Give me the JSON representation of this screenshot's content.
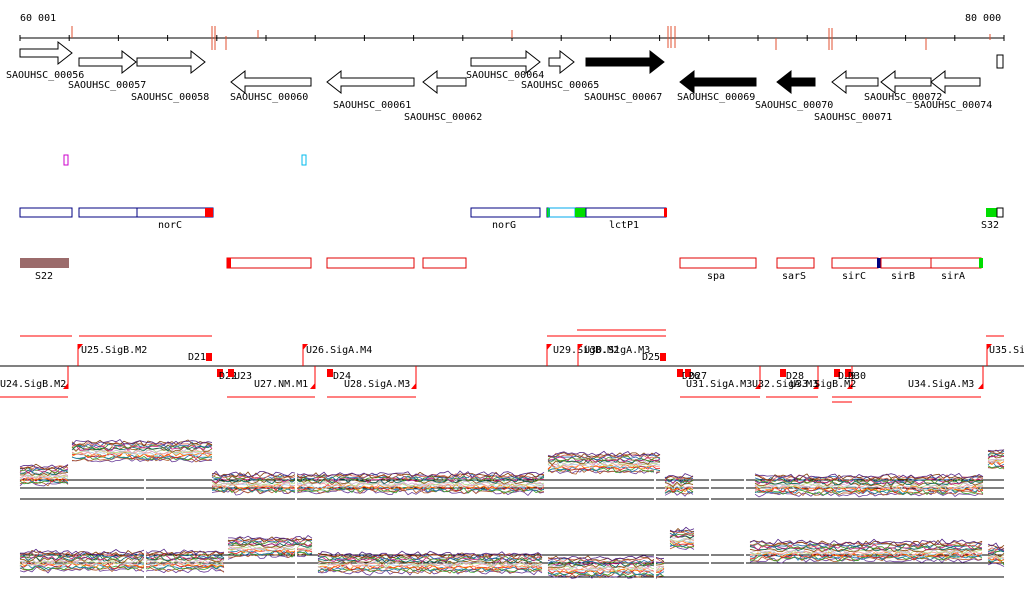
{
  "coords": {
    "start": "60 001",
    "end": "80 000"
  },
  "genes": [
    {
      "label": "SAOUHSC_00056",
      "fill": "white"
    },
    {
      "label": "SAOUHSC_00057",
      "fill": "white"
    },
    {
      "label": "SAOUHSC_00058",
      "fill": "white"
    },
    {
      "label": "SAOUHSC_00060",
      "fill": "white"
    },
    {
      "label": "SAOUHSC_00061",
      "fill": "white"
    },
    {
      "label": "SAOUHSC_00062",
      "fill": "white"
    },
    {
      "label": "SAOUHSC_00064",
      "fill": "white"
    },
    {
      "label": "SAOUHSC_00065",
      "fill": "white"
    },
    {
      "label": "SAOUHSC_00067",
      "fill": "black"
    },
    {
      "label": "SAOUHSC_00069",
      "fill": "black"
    },
    {
      "label": "SAOUHSC_00070",
      "fill": "black"
    },
    {
      "label": "SAOUHSC_00071",
      "fill": "white"
    },
    {
      "label": "SAOUHSC_00072",
      "fill": "white"
    },
    {
      "label": "SAOUHSC_00074",
      "fill": "white"
    }
  ],
  "operons_blue": [
    "norC",
    "norG",
    "lctP1",
    "S32"
  ],
  "operons_red": [
    "S22",
    "spa",
    "sarS",
    "sirC",
    "sirB",
    "sirA"
  ],
  "promoters_top": [
    "U25.SigB.M2",
    "D21",
    "U26.SigA.M4",
    "U29.SigB.M2",
    "U30.SigA.M3",
    "D25",
    "U35.Si"
  ],
  "promoters_bottom": [
    "U24.SigB.M2",
    "D22",
    "U23",
    "U27.NM.M1",
    "D24",
    "U28.SigA.M3",
    "D26",
    "D27",
    "U31.SigA.M3",
    "U32.SigA.M3",
    "D28",
    "U33.SigB.M2",
    "D29",
    "D30",
    "U34.SigA.M3"
  ],
  "colors": {
    "operon_blue": "#000080",
    "operon_red": "#e00000",
    "marker_red": "#ff0000",
    "marker_green": "#00dd00",
    "s22_fill": "#9b6b6b",
    "tick_orange": "#e05030",
    "magenta": "#cc00cc",
    "cyan": "#00bbee"
  }
}
